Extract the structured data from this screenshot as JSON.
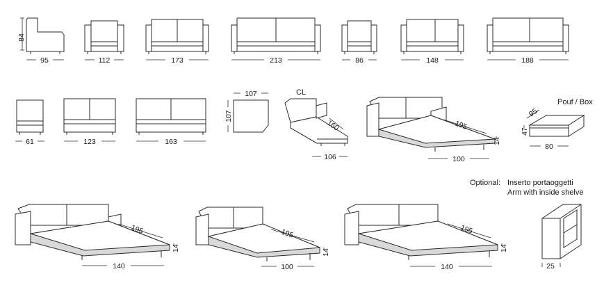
{
  "row1": {
    "armchair_side": {
      "height": "84",
      "depth": "95"
    },
    "armchair": {
      "width": "112"
    },
    "sofa_2": {
      "width": "173"
    },
    "sofa_3": {
      "width": "213"
    },
    "armchair_small": {
      "width": "86"
    },
    "sofa_2_small": {
      "width": "148"
    },
    "sofa_3_small": {
      "width": "188"
    }
  },
  "row2": {
    "module_1": {
      "width": "61"
    },
    "module_2": {
      "width": "123"
    },
    "module_3": {
      "width": "163"
    },
    "corner": {
      "width": "107",
      "depth": "107"
    },
    "chaise": {
      "label": "CL",
      "length": "160",
      "width": "106"
    },
    "sofabed_open": {
      "length": "195",
      "width": "100",
      "height": "14"
    },
    "pouf": {
      "label": "Pouf / Box",
      "diag": "95",
      "height": "47",
      "width": "80"
    }
  },
  "row3": {
    "bed_140_a": {
      "length": "195",
      "width": "140",
      "height": "14"
    },
    "bed_100": {
      "length": "195",
      "width": "100",
      "height": "14"
    },
    "bed_140_b": {
      "length": "195",
      "width": "140",
      "height": "14"
    },
    "optional": {
      "label": "Optional:",
      "line1": "Inserto portaoggetti",
      "line2": "Arm with inside shelve",
      "width": "25"
    }
  }
}
